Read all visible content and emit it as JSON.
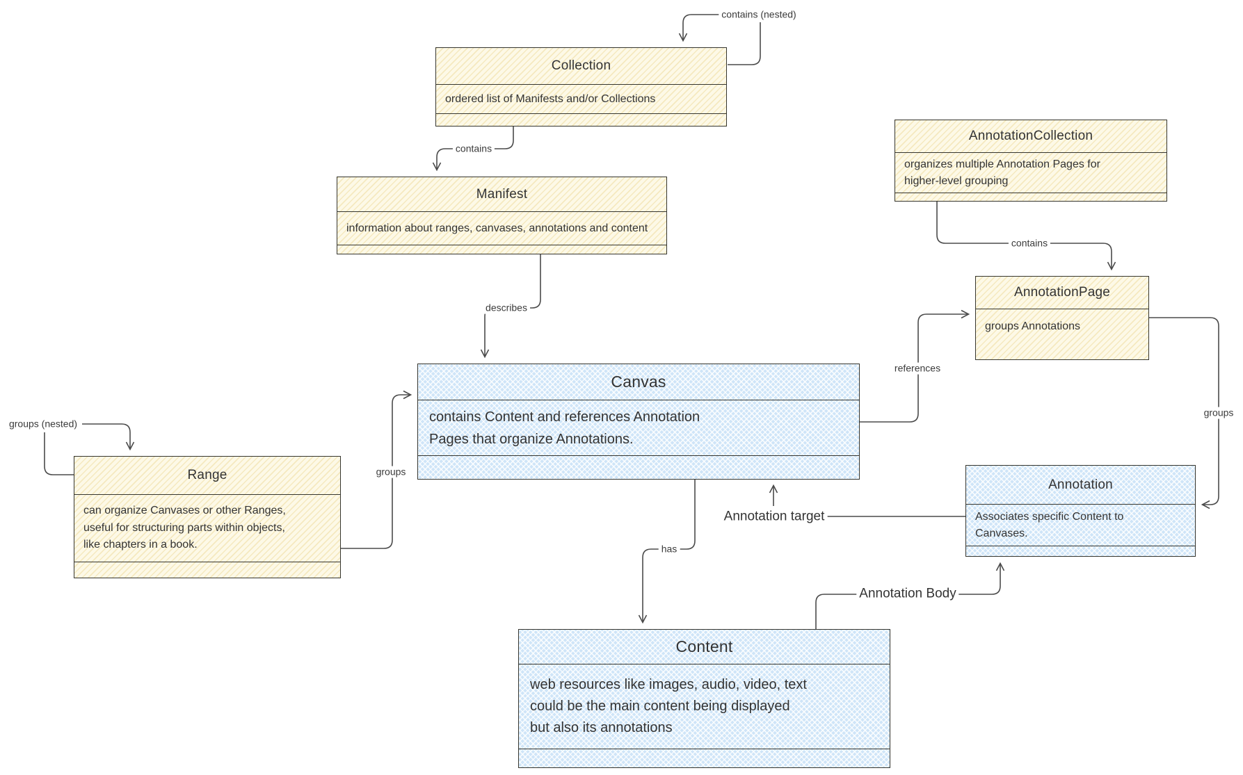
{
  "diagram": {
    "nodes": {
      "collection": {
        "title": "Collection",
        "description": "ordered list of Manifests and/or Collections"
      },
      "manifest": {
        "title": "Manifest",
        "description": "information about ranges, canvases, annotations and content"
      },
      "annotation_collection": {
        "title": "AnnotationCollection",
        "description": "organizes multiple Annotation Pages for\nhigher-level grouping"
      },
      "annotation_page": {
        "title": "AnnotationPage",
        "description": "groups Annotations"
      },
      "canvas": {
        "title": "Canvas",
        "description": "contains Content and references Annotation\nPages that organize Annotations."
      },
      "range": {
        "title": "Range",
        "description": "can organize Canvases or other Ranges,\nuseful for structuring parts within objects,\nlike chapters in a book."
      },
      "annotation": {
        "title": "Annotation",
        "description": "Associates specific Content to\nCanvases."
      },
      "content": {
        "title": "Content",
        "description": "web resources like images, audio, video, text\ncould be the main content being displayed\nbut also its annotations"
      }
    },
    "edge_labels": {
      "collection_self": "contains (nested)",
      "collection_manifest": "contains",
      "anncollection_annpage": "contains",
      "manifest_canvas": "describes",
      "range_self": "groups (nested)",
      "range_canvas": "groups",
      "canvas_annpage": "references",
      "annpage_annotation": "groups",
      "canvas_content": "has",
      "annotation_canvas": "Annotation target",
      "content_annotation": "Annotation Body"
    },
    "colors": {
      "structure_fill": "#FDF9E7",
      "structure_hatch": "#E2C3624D",
      "content_fill": "#CFE5F8",
      "content_hatch": "#FFFFFFCC",
      "border": "#35352E",
      "edge": "#4A4A4A",
      "text": "#333333"
    }
  }
}
